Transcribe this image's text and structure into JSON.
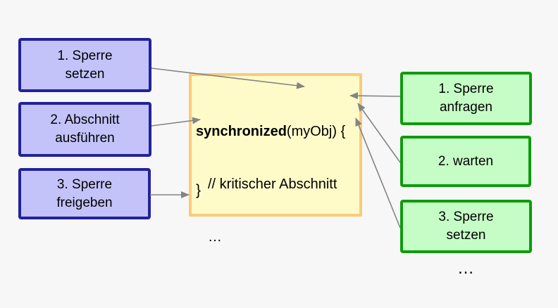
{
  "background_color": "#f7f7f7",
  "palette": {
    "blue_fill": "#c3c3fa",
    "blue_border": "#22229b",
    "yellow_fill": "#fffbc9",
    "yellow_border": "#fbcb78",
    "green_fill": "#c6fdc6",
    "green_border": "#0e9b0e",
    "arrow_color": "#848484",
    "text_color": "#000000"
  },
  "left_steps": [
    {
      "label": "1. Sperre\nsetzen"
    },
    {
      "label": "2. Abschnitt\nausführen"
    },
    {
      "label": "3. Sperre\nfreigeben"
    }
  ],
  "code_box": {
    "keyword": "synchronized",
    "signature_rest": "(myObj) {",
    "comment_line": "// kritischer Abschnitt",
    "ellipsis_line": "…",
    "closing_brace": "}"
  },
  "right_steps": [
    {
      "label": "1. Sperre\nanfragen"
    },
    {
      "label": "2. warten"
    },
    {
      "label": "3. Sperre\nsetzen"
    }
  ],
  "ellipsis_below_right": "…",
  "arrows": [
    {
      "from": "left-step-1",
      "to": "code-synchronized-line"
    },
    {
      "from": "left-step-2",
      "to": "code-comment-line"
    },
    {
      "from": "left-step-3",
      "to": "code-closing-brace"
    },
    {
      "from": "right-step-1",
      "to": "code-opening-brace"
    },
    {
      "from": "right-step-2",
      "to": "code-opening-brace"
    },
    {
      "from": "right-step-3",
      "to": "code-opening-brace"
    }
  ]
}
